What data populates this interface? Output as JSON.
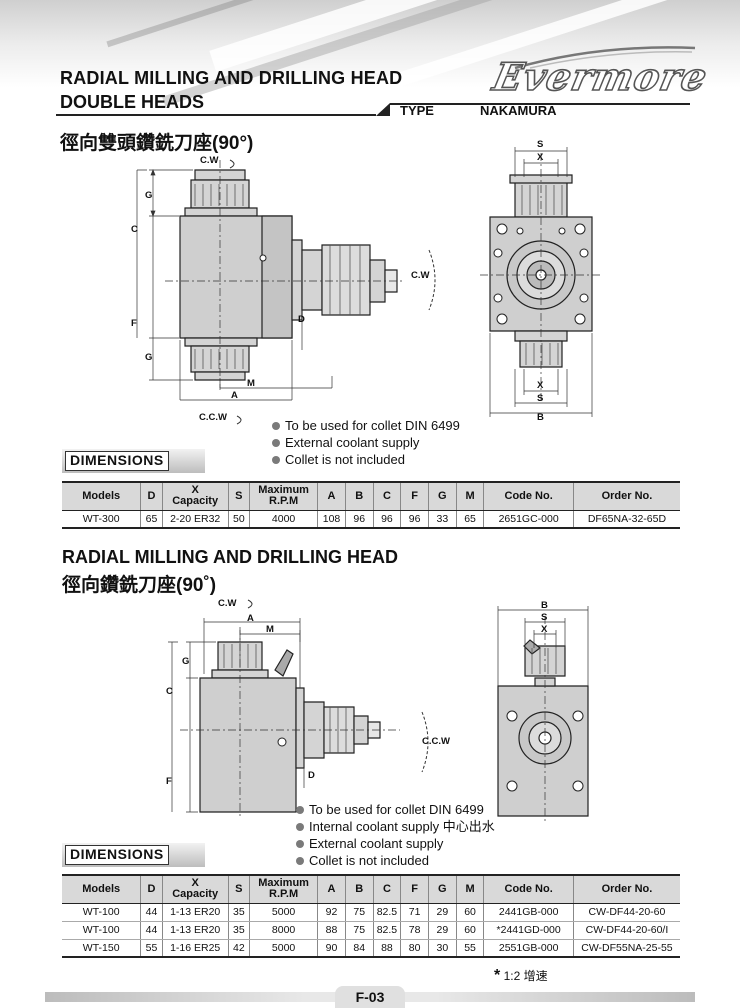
{
  "header": {
    "title_line1": "RADIAL MILLING AND DRILLING HEAD",
    "title_line2": "DOUBLE HEADS",
    "type_label": "TYPE",
    "type_value": "NAKAMURA",
    "logo": "Evermore"
  },
  "section1": {
    "cn_title": "徑向雙頭鑽銑刀座(90°)",
    "drawing_labels": {
      "cw_top": "C.W",
      "cw_side": "C.W",
      "ccw": "C.C.W",
      "g": "G",
      "c": "C",
      "f": "F",
      "d": "D",
      "m": "M",
      "a": "A",
      "s": "S",
      "x": "X",
      "b": "B"
    },
    "notes": [
      "To be used for collet DIN 6499",
      "External coolant supply",
      "Collet is not included"
    ],
    "dimensions_label": "DIMENSIONS",
    "table": {
      "headers": [
        "Models",
        "D",
        "X\nCapacity",
        "S",
        "Maximum\nR.P.M",
        "A",
        "B",
        "C",
        "F",
        "G",
        "M",
        "Code No.",
        "Order No."
      ],
      "rows": [
        [
          "WT-300",
          "65",
          "2-20 ER32",
          "50",
          "4000",
          "108",
          "96",
          "96",
          "96",
          "33",
          "65",
          "2651GC-000",
          "DF65NA-32-65D"
        ]
      ]
    }
  },
  "section2": {
    "title": "RADIAL MILLING AND DRILLING HEAD",
    "cn_title": "徑向鑽銑刀座(90˚)",
    "drawing_labels": {
      "cw": "C.W",
      "ccw": "C.C.W",
      "a": "A",
      "m": "M",
      "g": "G",
      "c": "C",
      "f": "F",
      "d": "D",
      "b": "B",
      "s": "S",
      "x": "X"
    },
    "notes": [
      "To be used for collet DIN 6499",
      "Internal coolant supply 中心出水",
      "External coolant supply",
      "Collet is not included"
    ],
    "dimensions_label": "DIMENSIONS",
    "table": {
      "headers": [
        "Models",
        "D",
        "X\nCapacity",
        "S",
        "Maximum\nR.P.M",
        "A",
        "B",
        "C",
        "F",
        "G",
        "M",
        "Code No.",
        "Order No."
      ],
      "rows": [
        [
          "WT-100",
          "44",
          "1-13 ER20",
          "35",
          "5000",
          "92",
          "75",
          "82.5",
          "71",
          "29",
          "60",
          "2441GB-000",
          "CW-DF44-20-60"
        ],
        [
          "WT-100",
          "44",
          "1-13 ER20",
          "35",
          "8000",
          "88",
          "75",
          "82.5",
          "78",
          "29",
          "60",
          "*2441GD-000",
          "CW-DF44-20-60/I"
        ],
        [
          "WT-150",
          "55",
          "1-16 ER25",
          "42",
          "5000",
          "90",
          "84",
          "88",
          "80",
          "30",
          "55",
          "2551GB-000",
          "CW-DF55NA-25-55"
        ]
      ]
    },
    "footnote_star": "*",
    "footnote_text": "1:2 增速"
  },
  "footer": {
    "page": "F-03"
  }
}
